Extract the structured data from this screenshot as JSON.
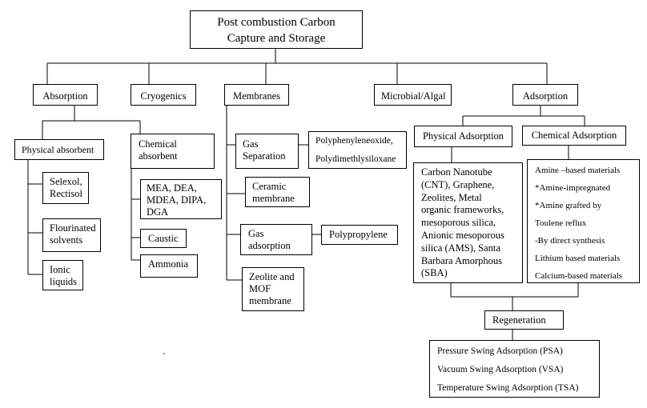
{
  "title": {
    "line1": "Post combustion Carbon",
    "line2": "Capture and Storage"
  },
  "categories": {
    "absorption": "Absorption",
    "cryogenics": "Cryogenics",
    "membranes": "Membranes",
    "microbial": "Microbial/Algal",
    "adsorption": "Adsorption"
  },
  "absorption": {
    "physical": {
      "label": "Physical absorbent",
      "items": [
        [
          "Selexol,",
          "Rectisol"
        ],
        [
          "Flourinated",
          "solvents"
        ],
        [
          "Ionic",
          "liquids"
        ]
      ]
    },
    "chemical": {
      "label": [
        "Chemical",
        "absorbent"
      ],
      "items": [
        [
          "MEA, DEA,",
          "MDEA, DIPA,",
          "DGA"
        ],
        [
          "Caustic"
        ],
        [
          "Ammonia"
        ]
      ]
    }
  },
  "membranes": {
    "items": [
      {
        "label": [
          "Gas",
          "Separation"
        ],
        "detail": [
          "Polyphenyleneoxide,",
          "Polydimethlysiloxane"
        ]
      },
      {
        "label": [
          "Ceramic",
          "membrane"
        ]
      },
      {
        "label": [
          "Gas",
          "adsorption"
        ],
        "detail": [
          "Polypropylene"
        ]
      },
      {
        "label": [
          "Zeolite and",
          "MOF",
          "membrane"
        ]
      }
    ]
  },
  "adsorption": {
    "physical": {
      "label": "Physical Adsorption",
      "materials": [
        "Carbon Nanotube",
        "(CNT), Graphene,",
        "Zeolites, Metal",
        "organic frameworks,",
        "mesoporous silica,",
        "Anionic mesoporous",
        "silica (AMS), Santa",
        "Barbara Amorphous",
        "(SBA)"
      ]
    },
    "chemical": {
      "label": "Chemical Adsorption",
      "materials": [
        "Amine –based materials",
        "*Amine-impregnated",
        "*Amine grafted by",
        "Toulene reflux",
        "-By direct synthesis",
        "Lithium based materials",
        "Calcium-based materials"
      ]
    },
    "regeneration": {
      "label": "Regeneration",
      "methods": [
        "Pressure Swing Adsorption (PSA)",
        "Vacuum Swing Adsorption (VSA)",
        "Temperature  Swing Adsorption (TSA)"
      ]
    }
  }
}
